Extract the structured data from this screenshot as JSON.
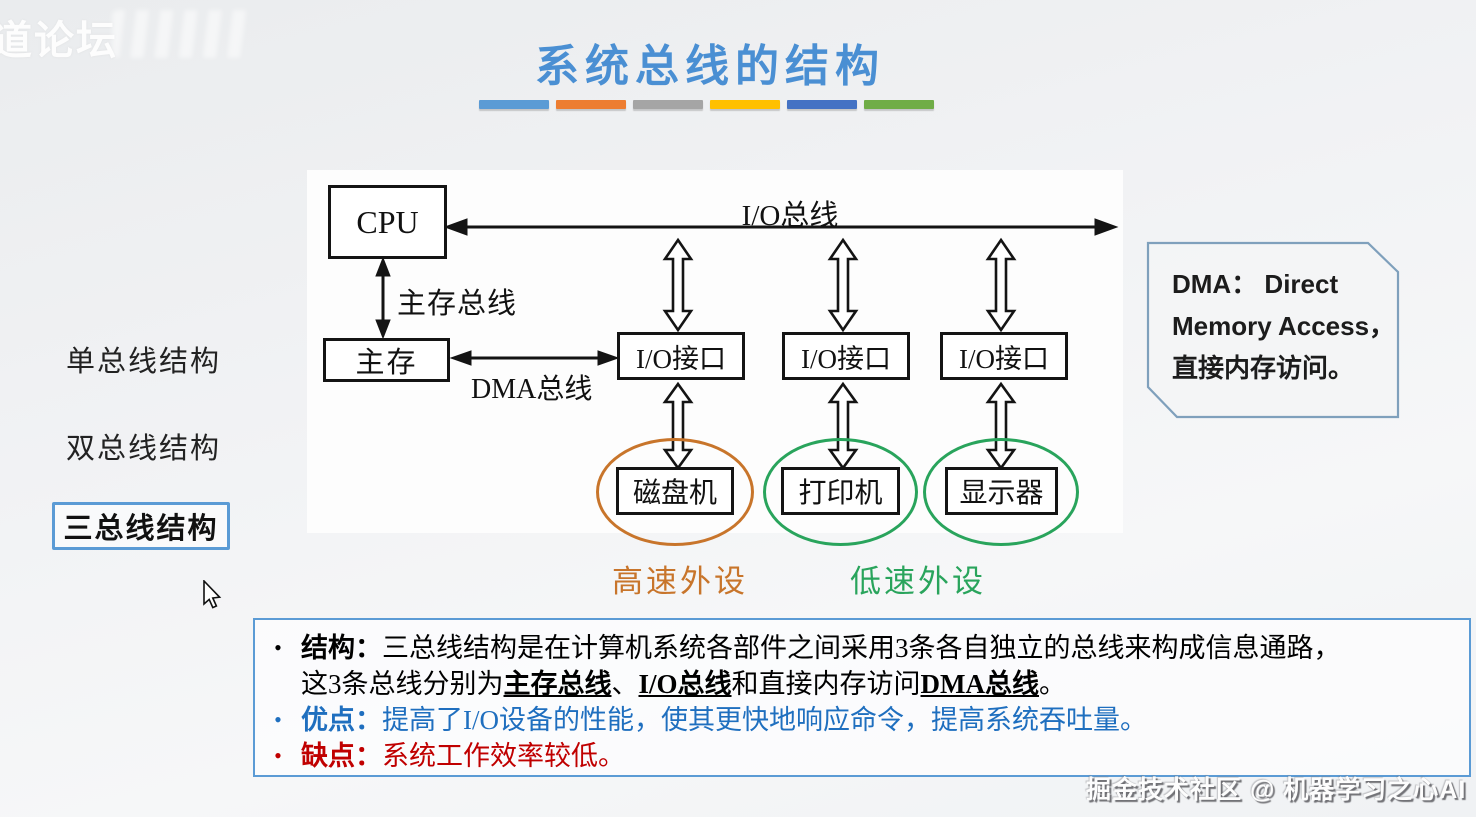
{
  "watermarks": {
    "top_left": "道论坛",
    "bottom_right": "掘金技术社区 @ 机器学习之心AI"
  },
  "theme": {
    "title_color": "#4A8FD3",
    "bars": [
      "#5B9BD5",
      "#ED7D31",
      "#A5A5A5",
      "#FFC000",
      "#4472C4",
      "#70AD47"
    ],
    "active_item_border": "#5B9BD5",
    "dma_note_border": "#7FA0BC",
    "notes_border": "#5B9BD5",
    "high_speed_color": "#C8752B",
    "low_speed_color": "#29A45C",
    "advantage_color": "#1F6FBF",
    "disadvantage_color": "#C00000"
  },
  "title": "系统总线的结构",
  "sidebar": {
    "items": [
      {
        "label": "单总线结构",
        "active": false
      },
      {
        "label": "双总线结构",
        "active": false
      },
      {
        "label": "三总线结构",
        "active": true
      }
    ]
  },
  "diagram": {
    "cpu_label": "CPU",
    "memory_label": "主存",
    "memory_bus_label": "主存总线",
    "dma_bus_label": "DMA总线",
    "io_bus_label": "I/O总线",
    "io_interfaces": [
      "I/O接口",
      "I/O接口",
      "I/O接口"
    ],
    "peripherals": [
      {
        "name": "磁盘机",
        "ring_color": "#C8752B"
      },
      {
        "name": "打印机",
        "ring_color": "#29A45C"
      },
      {
        "name": "显示器",
        "ring_color": "#29A45C"
      }
    ],
    "group_labels": [
      {
        "text": "高速外设",
        "color": "#C8752B"
      },
      {
        "text": "低速外设",
        "color": "#29A45C"
      }
    ],
    "dma_note": {
      "line1": "DMA：  Direct",
      "line2": "Memory Access，",
      "line3": "直接内存访问。"
    }
  },
  "notes": {
    "bullet_glyph": "•",
    "structure_term": "结构：",
    "structure_line1": "三总线结构是在计算机系统各部件之间采用3条各自独立的总线来构成信息通路，",
    "structure_line2_seg1": "这3条总线分别为",
    "structure_line2_u1": "主存总线",
    "structure_line2_seg2": "、",
    "structure_line2_u2": "I/O总线",
    "structure_line2_seg3": "和直接内存访问",
    "structure_line2_u3": "DMA总线",
    "structure_line2_seg4": "。",
    "advantage_term": "优点：",
    "advantage_text": "提高了I/O设备的性能，使其更快地响应命令，提高系统吞吐量。",
    "disadvantage_term": "缺点：",
    "disadvantage_text": "系统工作效率较低。"
  }
}
